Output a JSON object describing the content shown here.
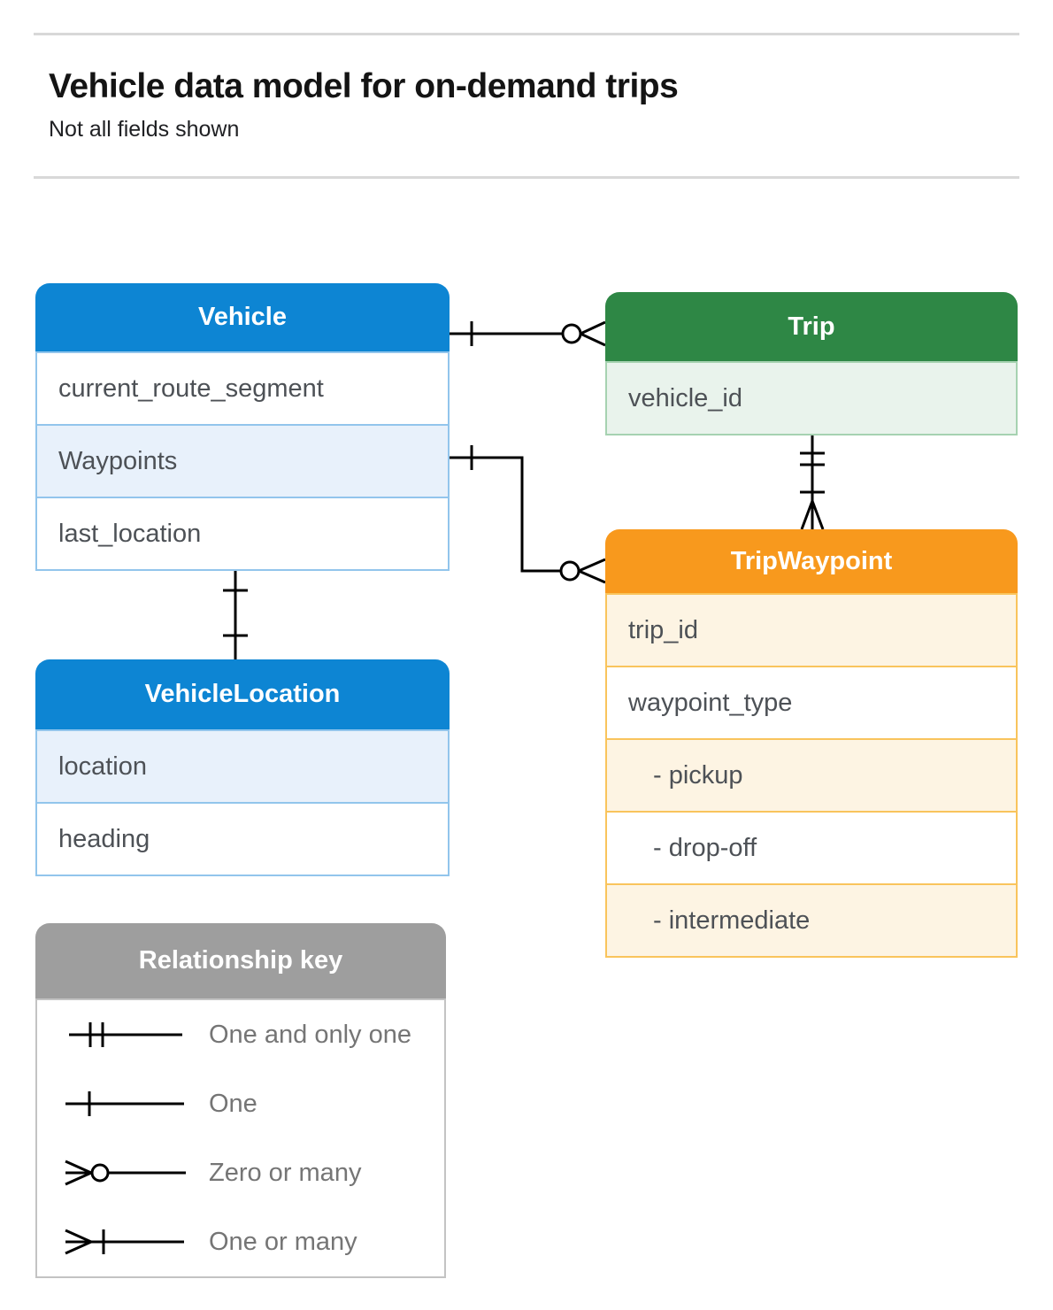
{
  "header": {
    "title": "Vehicle data model for on-demand trips",
    "subtitle": "Not all fields shown"
  },
  "entities": {
    "vehicle": {
      "title": "Vehicle",
      "fields": [
        "current_route_segment",
        "Waypoints",
        "last_location"
      ]
    },
    "trip": {
      "title": "Trip",
      "fields": [
        "vehicle_id"
      ]
    },
    "trip_waypoint": {
      "title": "TripWaypoint",
      "fields": [
        "trip_id",
        "waypoint_type",
        "- pickup",
        "- drop-off",
        "- intermediate"
      ]
    },
    "vehicle_location": {
      "title": "VehicleLocation",
      "fields": [
        "location",
        "heading"
      ]
    }
  },
  "legend": {
    "title": "Relationship key",
    "items": [
      {
        "symbol": "one-and-only-one",
        "label": "One and only one"
      },
      {
        "symbol": "one",
        "label": "One"
      },
      {
        "symbol": "zero-or-many",
        "label": "Zero or many"
      },
      {
        "symbol": "one-or-many",
        "label": "One or many"
      }
    ]
  },
  "relationships": [
    {
      "from": "Vehicle",
      "to": "Trip",
      "from_cardinality": "one",
      "to_cardinality": "zero-or-many"
    },
    {
      "from": "Vehicle.Waypoints",
      "to": "TripWaypoint",
      "from_cardinality": "one",
      "to_cardinality": "zero-or-many"
    },
    {
      "from": "Trip",
      "to": "TripWaypoint",
      "from_cardinality": "one-and-only-one",
      "to_cardinality": "one-or-many"
    },
    {
      "from": "Vehicle",
      "to": "VehicleLocation",
      "from_cardinality": "one",
      "to_cardinality": "one"
    }
  ],
  "colors": {
    "blue_header": "#0d85d3",
    "blue_row": "#e8f1fb",
    "green_header": "#2e8745",
    "green_row": "#e9f3ec",
    "orange_header": "#f8991d",
    "orange_row": "#fdf4e3",
    "gray_header": "#9e9e9e",
    "gray_row": "#ebebeb",
    "connector": "#000000"
  }
}
